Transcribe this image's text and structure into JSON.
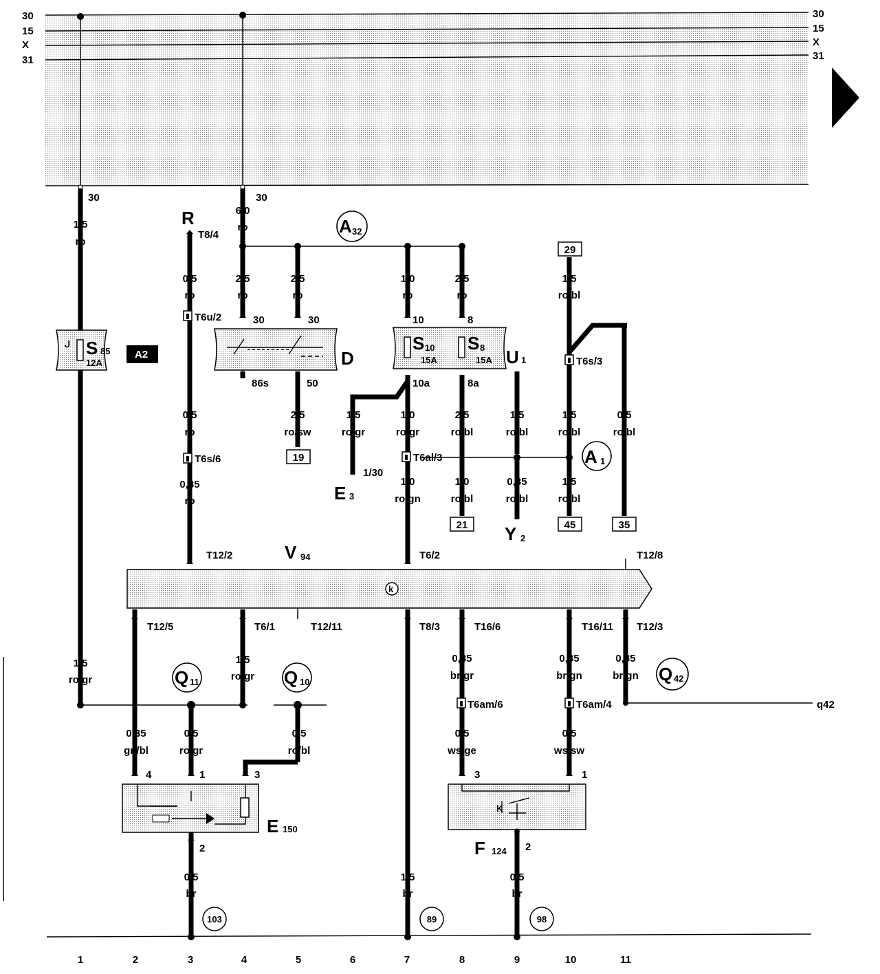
{
  "rails": {
    "left": [
      "30",
      "15",
      "X",
      "31"
    ],
    "right": [
      "30",
      "15",
      "X",
      "31"
    ],
    "terminal_30": "30"
  },
  "wires": {
    "w_s85_top": [
      "1,5",
      "ro"
    ],
    "w_top_mid": [
      "6,0",
      "ro"
    ],
    "w_r_a": [
      "0,5",
      "ro"
    ],
    "w_d_left": [
      "2,5",
      "ro"
    ],
    "w_d_right": [
      "2,5",
      "ro"
    ],
    "w_s10_top": [
      "1,0",
      "ro"
    ],
    "w_s8_top": [
      "2,5",
      "ro"
    ],
    "w_29": [
      "1,5",
      "ro/bl"
    ],
    "w_r_b": [
      "0,5",
      "ro"
    ],
    "w_d_out": [
      "2,5",
      "ro/sw"
    ],
    "w_e3": [
      "1,5",
      "ro/gr"
    ],
    "w_s10_out": [
      "1,0",
      "ro/gr"
    ],
    "w_s8_out": [
      "2,5",
      "ro/bl"
    ],
    "w_u1": [
      "1,5",
      "ro/bl"
    ],
    "w_c10": [
      "1,5",
      "ro/bl"
    ],
    "w_c11": [
      "0,5",
      "ro/bl"
    ],
    "w_r_c": [
      "0,35",
      "ro"
    ],
    "w_c7_v": [
      "1,0",
      "ro/gn"
    ],
    "w_21": [
      "1,0",
      "ro/bl"
    ],
    "w_y2": [
      "0,35",
      "ro/bl"
    ],
    "w_45": [
      "1,5",
      "ro/bl"
    ],
    "w_s85_bot": [
      "1,5",
      "ro/gr"
    ],
    "w_t61": [
      "1,5",
      "ro/gr"
    ],
    "w_t166": [
      "0,35",
      "br/gr"
    ],
    "w_t1611": [
      "0,35",
      "br/gn"
    ],
    "w_t123": [
      "0,35",
      "br/gn"
    ],
    "w_e150_4": [
      "0,35",
      "gn/bl"
    ],
    "w_e150_1": [
      "0,5",
      "ro/gr"
    ],
    "w_q10": [
      "0,5",
      "ro/bl"
    ],
    "w_f124_3": [
      "0,5",
      "ws/ge"
    ],
    "w_f124_1": [
      "0,5",
      "ws/sw"
    ],
    "w_e150_gnd": [
      "0,5",
      "br"
    ],
    "w_c7_gnd": [
      "1,5",
      "br"
    ],
    "w_f124_gnd": [
      "0,5",
      "br"
    ]
  },
  "components": {
    "S85": {
      "letter": "S",
      "sub": "85",
      "rating": "12A",
      "tag": "A2"
    },
    "S10": {
      "letter": "S",
      "sub": "10",
      "rating": "15A"
    },
    "S8": {
      "letter": "S",
      "sub": "8",
      "rating": "15A"
    },
    "D": {
      "label": "D"
    },
    "E3": {
      "letter": "E",
      "sub": "3"
    },
    "U1": {
      "letter": "U",
      "sub": "1"
    },
    "Y2": {
      "letter": "Y",
      "sub": "2"
    },
    "V94": {
      "letter": "V",
      "sub": "94"
    },
    "E150": {
      "letter": "E",
      "sub": "150"
    },
    "F124": {
      "letter": "F",
      "sub": "124"
    },
    "R": {
      "label": "R"
    }
  },
  "nodes": {
    "A32": {
      "letter": "A",
      "sub": "32"
    },
    "A1": {
      "letter": "A",
      "sub": "1"
    },
    "Q11": {
      "letter": "Q",
      "sub": "11"
    },
    "Q10": {
      "letter": "Q",
      "sub": "10"
    },
    "Q42": {
      "letter": "Q",
      "sub": "42"
    }
  },
  "connectors": {
    "T8_4": "T8/4",
    "T6u_2": "T6u/2",
    "T6s_3": "T6s/3",
    "T6s_6": "T6s/6",
    "T6al_3": "T6al/3",
    "T12_2": "T12/2",
    "T6_2": "T6/2",
    "T12_8": "T12/8",
    "T12_5": "T12/5",
    "T6_1": "T6/1",
    "T12_11": "T12/11",
    "T8_3": "T8/3",
    "T16_6": "T16/6",
    "T16_11": "T16/11",
    "T12_3": "T12/3",
    "T6am_6": "T6am/6",
    "T6am_4": "T6am/4"
  },
  "pins": {
    "d30a": "30",
    "d30b": "30",
    "d86s": "86s",
    "d50": "50",
    "s10": "10",
    "s8": "8",
    "s10a": "10a",
    "s8a": "8a",
    "e3": "1/30",
    "e150_4": "4",
    "e150_1": "1",
    "e150_3": "3",
    "e150_2": "2",
    "f124_3": "3",
    "f124_1": "1",
    "f124_2": "2"
  },
  "references": {
    "r29": "29",
    "r19": "19",
    "r21": "21",
    "r45": "45",
    "r35": "35",
    "g103": "103",
    "g89": "89",
    "g98": "98",
    "q42": "q42"
  },
  "columns": [
    "1",
    "2",
    "3",
    "4",
    "5",
    "6",
    "7",
    "8",
    "9",
    "10",
    "11"
  ]
}
